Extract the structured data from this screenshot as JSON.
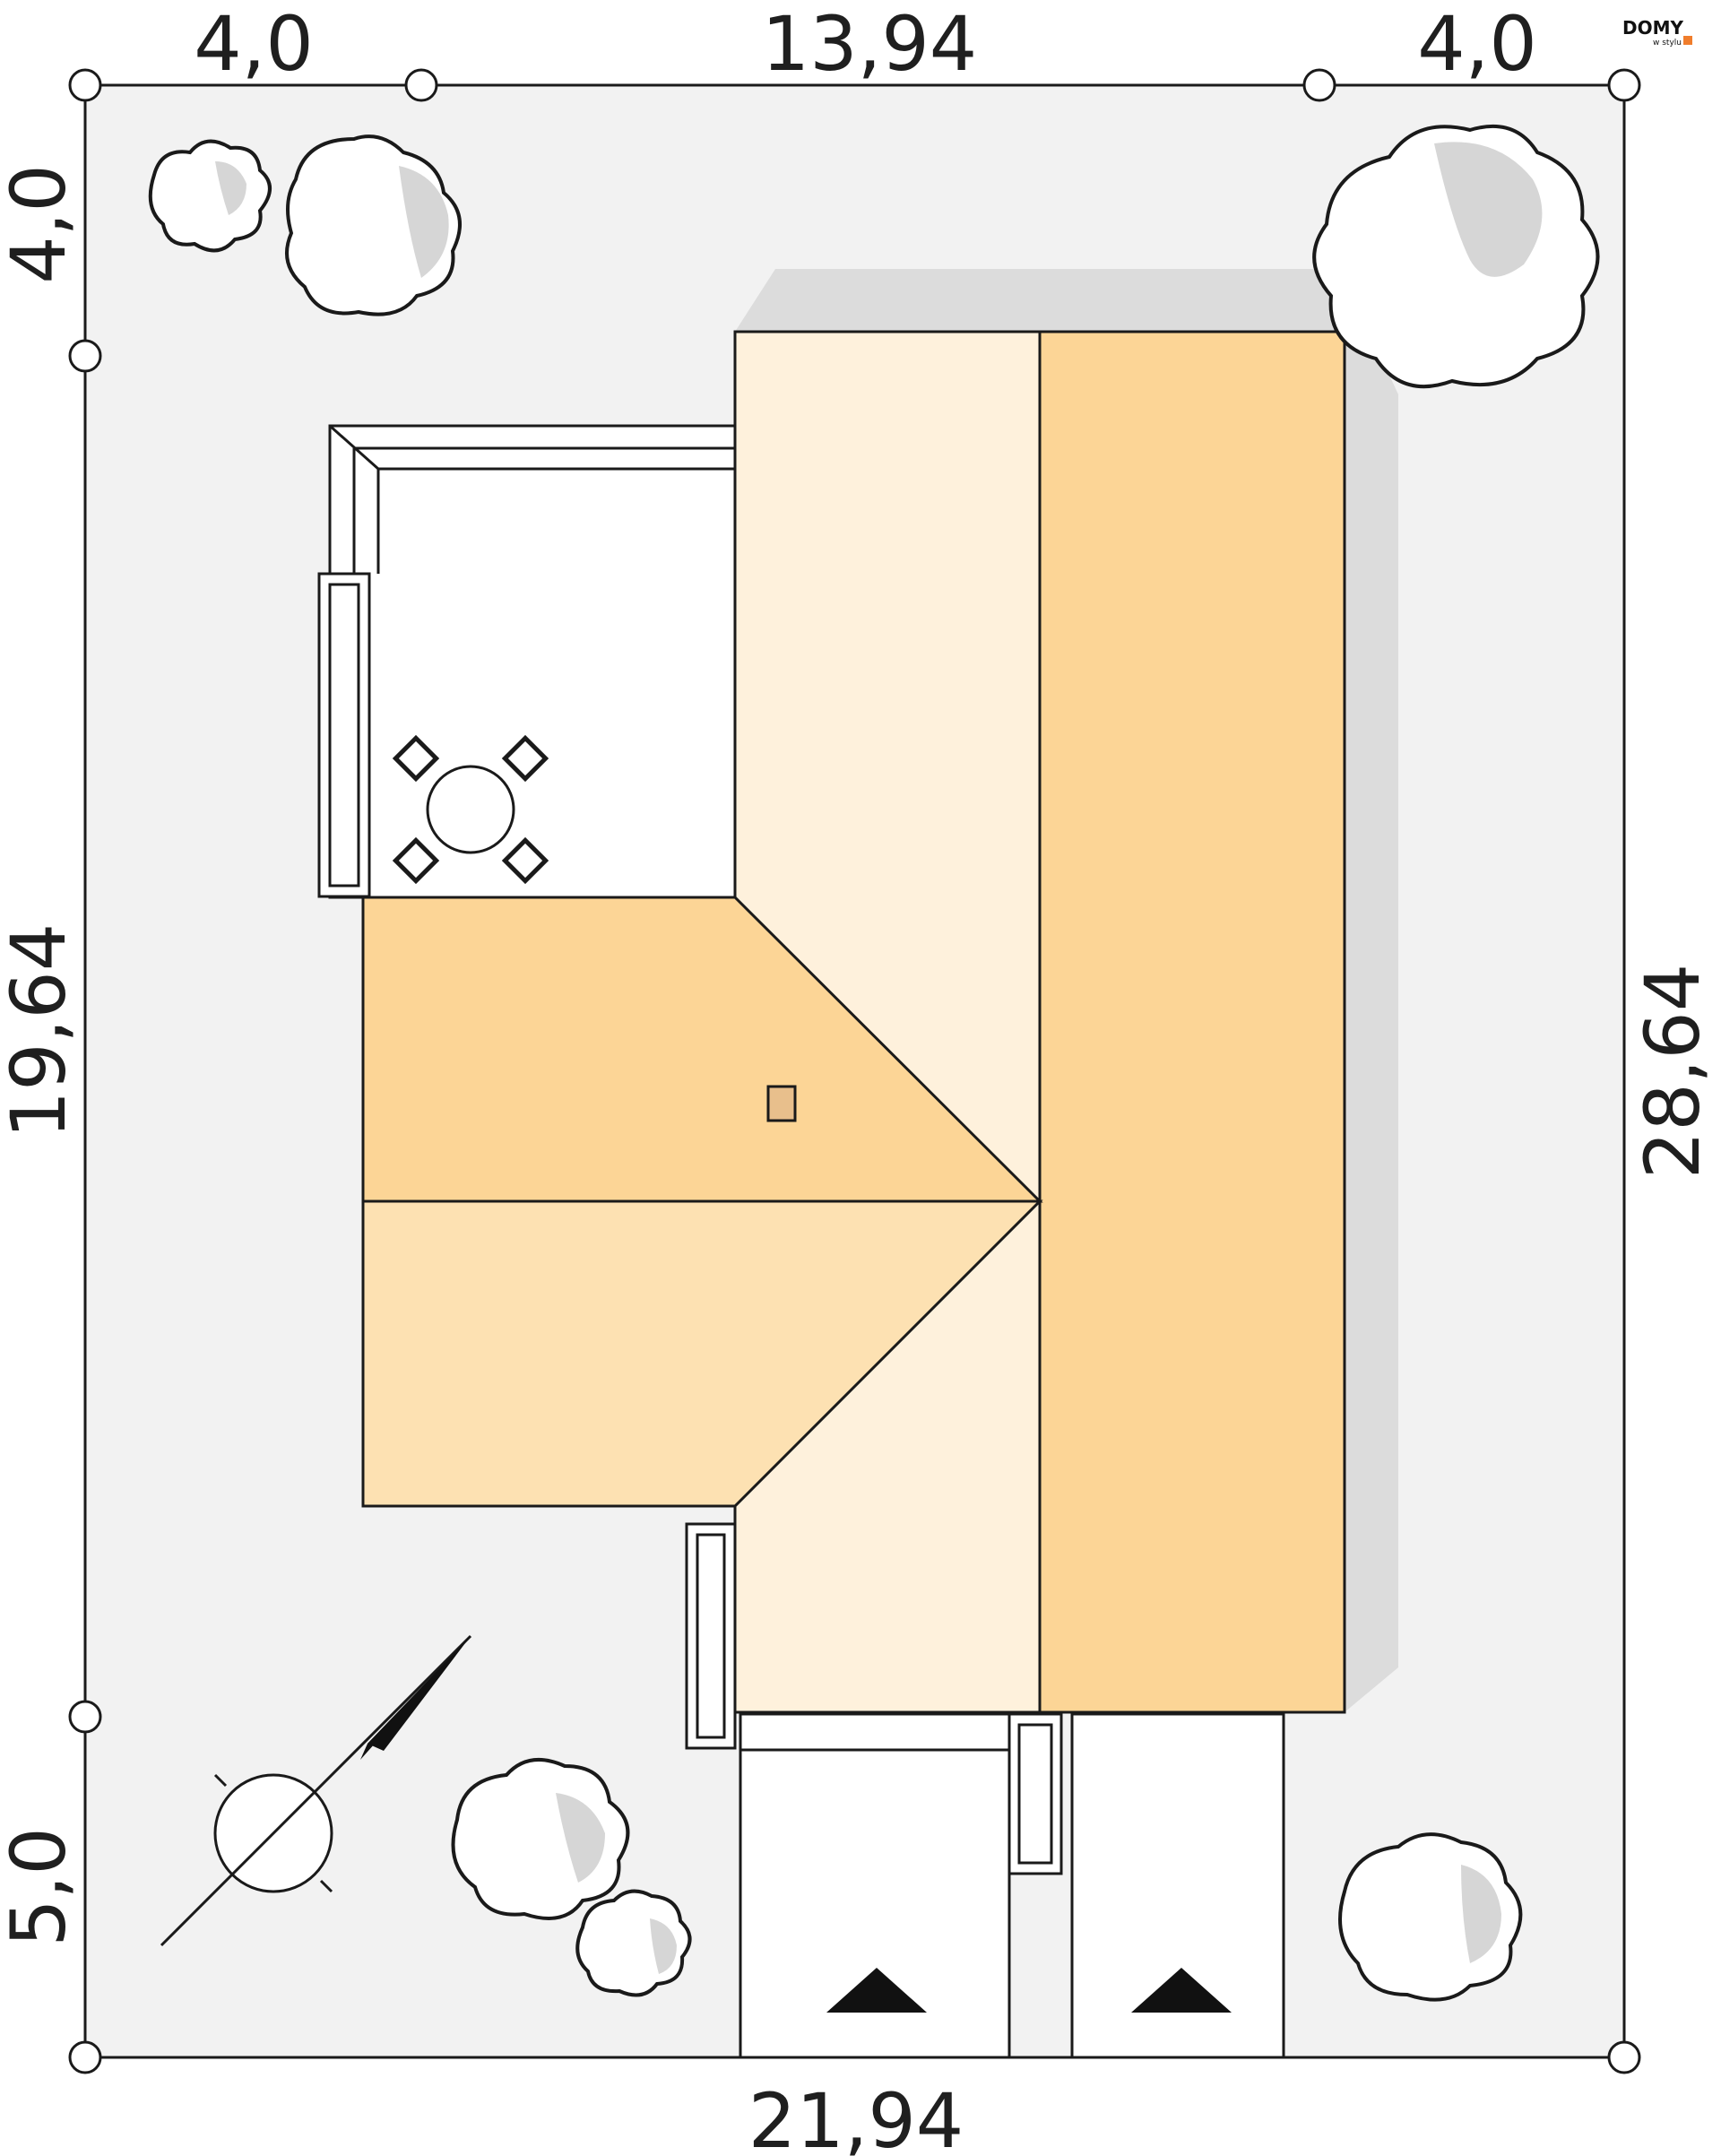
{
  "dimensions": {
    "top_left": "4,0",
    "top_middle": "13,94",
    "top_right": "4,0",
    "bottom": "21,94",
    "left_top": "4,0",
    "left_middle": "19,64",
    "left_bottom": "5,0",
    "right": "28,64"
  },
  "logo": {
    "text": "DOMY",
    "sub": "w stylu"
  },
  "colors": {
    "plot": "#f2f2f2",
    "roof_dark": "#fcd596",
    "roof_mid": "#fde1b2",
    "roof_light": "#fef1dc",
    "shadow": "#dcdcdc",
    "line": "#1a1a1a",
    "logo_accent": "#f07d2c"
  },
  "icons": [
    "north-arrow-icon",
    "tree-icon",
    "table-with-chairs-icon",
    "parking-arrow-icon",
    "chimney-icon"
  ]
}
